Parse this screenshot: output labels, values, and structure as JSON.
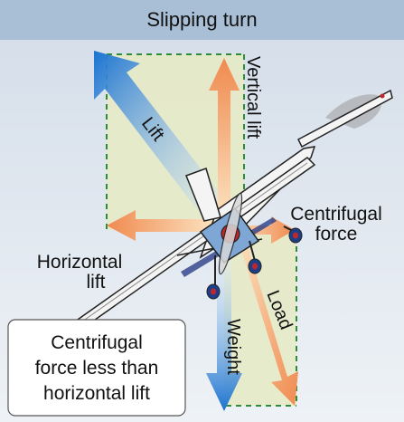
{
  "title": "Slipping turn",
  "labels": {
    "lift": "Lift",
    "vertical_lift": "Vertical lift",
    "centrifugal_force_l1": "Centrifugal",
    "centrifugal_force_l2": "force",
    "horizontal_lift_l1": "Horizontal",
    "horizontal_lift_l2": "lift",
    "load": "Load",
    "weight": "Weight"
  },
  "note": {
    "line1": "Centrifugal",
    "line2": "force less than",
    "line3": "horizontal lift"
  },
  "colors": {
    "title_bar": "#a9bfd5",
    "background": "#dfe6ef",
    "force_panel": "#e6eac6",
    "dashed_outline": "#2e8b3a",
    "lift_arrow": "#1a73d0",
    "weight_arrow": "#1a73d0",
    "force_arrow": "#f08a50"
  }
}
